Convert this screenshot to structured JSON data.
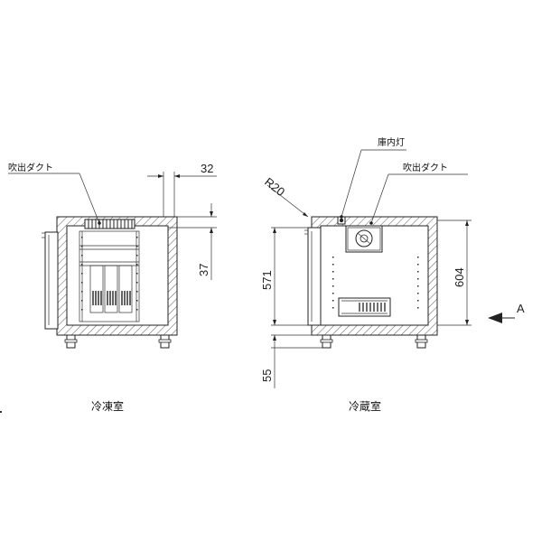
{
  "freezer": {
    "caption": "冷凍室",
    "label_outlet_duct": "吹出ダクト",
    "dim_top": "32",
    "dim_side": "37"
  },
  "fridge": {
    "caption": "冷蔵室",
    "label_interior_light": "庫内灯",
    "label_outlet_duct": "吹出ダクト",
    "dim_radius": "R20",
    "dim_inner_height": "571",
    "dim_leg_height": "55",
    "dim_outer_height": "604",
    "view_arrow": "A"
  }
}
